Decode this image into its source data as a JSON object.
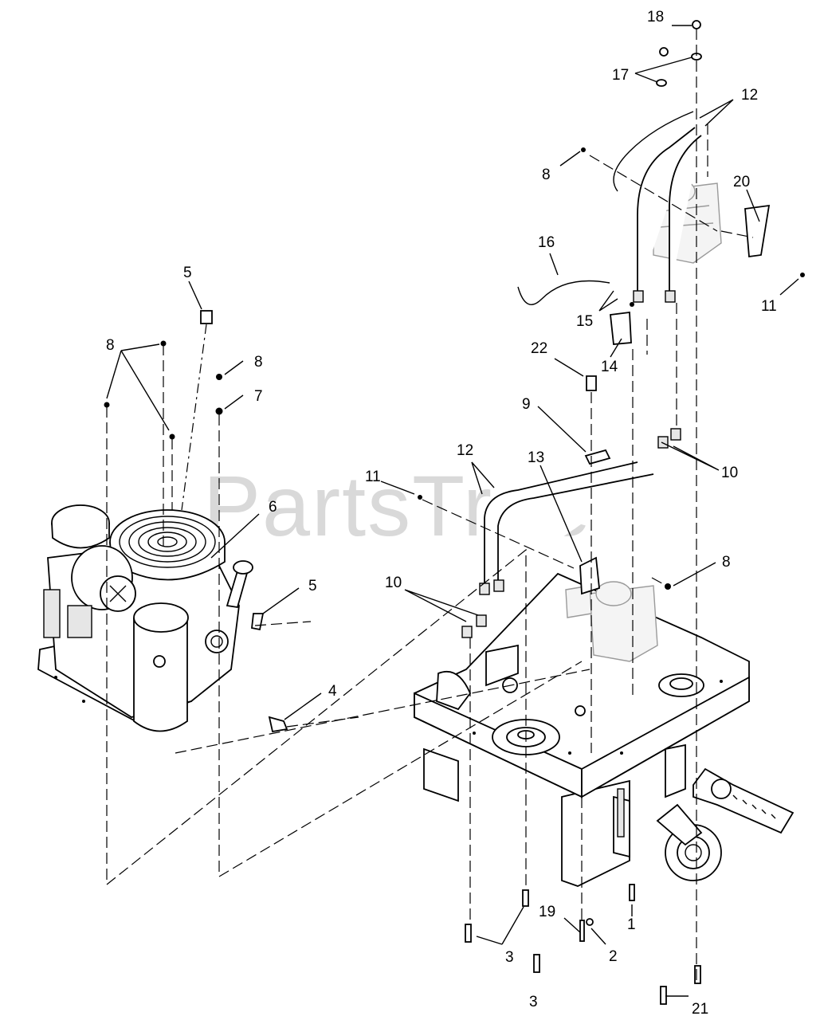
{
  "watermark": "PartsTree",
  "callouts": {
    "c18": "18",
    "c17": "17",
    "c12a": "12",
    "c8a": "8",
    "c20": "20",
    "c16": "16",
    "c11a": "11",
    "c15": "15",
    "c14": "14",
    "c5a": "5",
    "c8b": "8",
    "c8c": "8",
    "c7": "7",
    "c22": "22",
    "c9": "9",
    "c10a": "10",
    "c12b": "12",
    "c13": "13",
    "c11b": "11",
    "c6": "6",
    "c5b": "5",
    "c10b": "10",
    "c8d": "8",
    "c4": "4",
    "c19": "19",
    "c1": "1",
    "c3a": "3",
    "c2": "2",
    "c3b": "3",
    "c21": "21"
  },
  "icons": [
    "engine-icon",
    "mower-deck-frame-icon",
    "hydraulic-pump-icon",
    "hydraulic-hose-icon",
    "control-handle-icon"
  ]
}
